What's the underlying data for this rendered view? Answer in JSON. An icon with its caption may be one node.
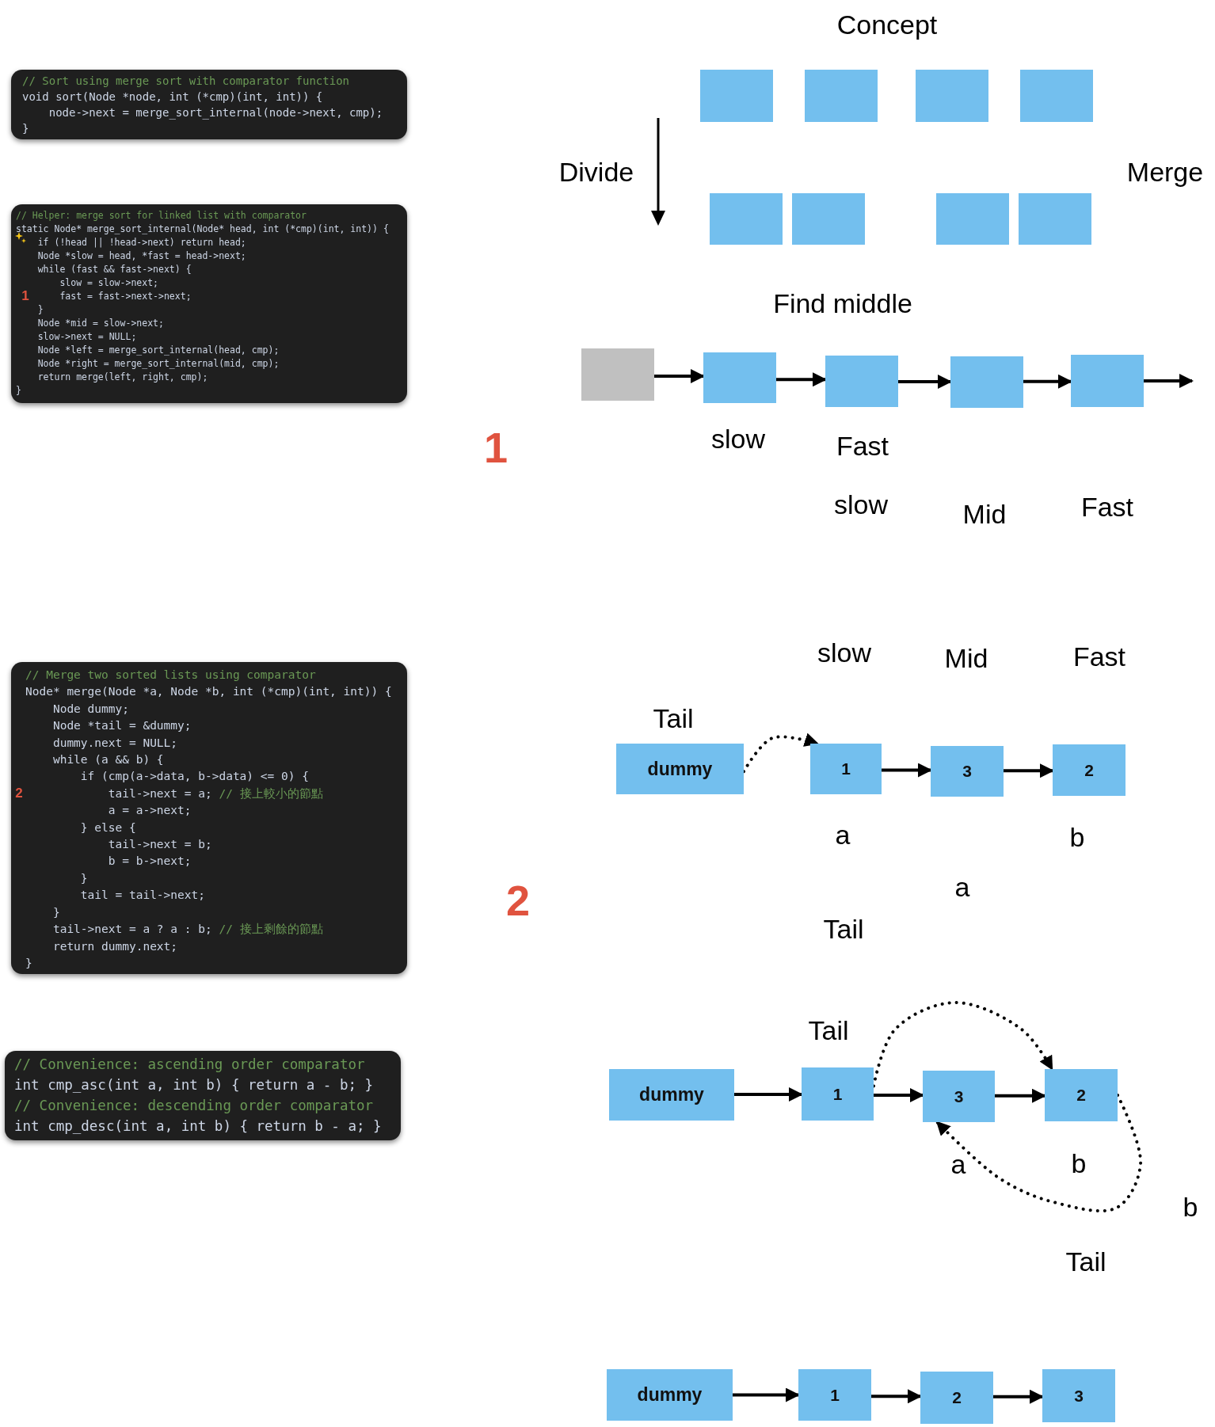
{
  "diagram": {
    "nodes": [
      {
        "text": [
          "// Sort using merge sort with comparator function",
          "void sort(Node *node, int (*cmp)(int, int)) {",
          "    node->next = merge_sort_internal(node->next, cmp);",
          "}"
        ]
      },
      {
        "text": [
          "// Helper: merge sort for linked list with comparator",
          "static Node* merge_sort_internal(Node* head, int (*cmp)(int, int)) {",
          "    if (!head || !head->next) return head;",
          "    Node *slow = head, *fast = head->next;",
          "    while (fast && fast->next) {",
          "        slow = slow->next;",
          "        fast = fast->next->next;",
          "    }",
          "    Node *mid = slow->next;",
          "    slow->next = NULL;",
          "    Node *left = merge_sort_internal(head, cmp);",
          "    Node *right = merge_sort_internal(mid, cmp);",
          "    return merge(left, right, cmp);",
          "}"
        ]
      },
      {
        "text": [
          "// Merge two sorted lists using comparator",
          "Node* merge(Node *a, Node *b, int (*cmp)(int, int)) {",
          "    Node dummy;",
          "    Node *tail = &dummy;",
          "    dummy.next = NULL;",
          "    while (a && b) {",
          "        if (cmp(a->data, b->data) <= 0) {",
          "            tail->next = a; // 接上較小的節點",
          "            a = a->next;",
          "        } else {",
          "            tail->next = b;",
          "            b = b->next;",
          "        }",
          "        tail = tail->next;",
          "    }",
          "    tail->next = a ? a : b; // 接上剩餘的節點",
          "    return dummy.next;",
          "}"
        ]
      },
      {
        "text": [
          "// Convenience: ascending order comparator",
          "int cmp_asc(int a, int b) { return a - b; }",
          "// Convenience: descending order comparator",
          "int cmp_desc(int a, int b) { return b - a; }"
        ]
      },
      {
        "text": [],
        "shape": "box"
      },
      {
        "text": [],
        "shape": "box"
      },
      {
        "text": [],
        "shape": "box"
      },
      {
        "text": [],
        "shape": "box"
      },
      {
        "text": [],
        "shape": "box"
      },
      {
        "text": [],
        "shape": "box"
      },
      {
        "text": [],
        "shape": "box"
      },
      {
        "text": [],
        "shape": "box"
      },
      {
        "text": [],
        "shape": "box"
      },
      {
        "text": [],
        "shape": "box"
      },
      {
        "text": [],
        "shape": "box"
      },
      {
        "text": [],
        "shape": "box"
      },
      {
        "text": [],
        "shape": "box"
      },
      {
        "text": [
          "dummy"
        ]
      },
      {
        "text": [
          "1"
        ]
      },
      {
        "text": [
          "3"
        ]
      },
      {
        "text": [
          "2"
        ]
      },
      {
        "text": [
          "dummy"
        ]
      },
      {
        "text": [
          "1"
        ]
      },
      {
        "text": [
          "3"
        ]
      },
      {
        "text": [
          "2"
        ]
      },
      {
        "text": [
          "dummy"
        ]
      },
      {
        "text": [
          "1"
        ]
      },
      {
        "text": [
          "2"
        ]
      },
      {
        "text": [
          "3"
        ]
      }
    ],
    "edges": [
      {
        "from": 12,
        "to": 13,
        "arrow": "to"
      },
      {
        "from": 13,
        "to": 14,
        "arrow": "to"
      },
      {
        "from": 14,
        "to": 15,
        "arrow": "to"
      },
      {
        "from": 15,
        "to": 16,
        "arrow": "to"
      },
      {
        "from": 16,
        "to": null,
        "arrow": "to"
      },
      {
        "from": 17,
        "to": 18,
        "arrow": "to",
        "style": "dashed"
      },
      {
        "from": 18,
        "to": 19,
        "arrow": "to"
      },
      {
        "from": 19,
        "to": 20,
        "arrow": "to"
      },
      {
        "from": 21,
        "to": 22,
        "arrow": "to"
      },
      {
        "from": 22,
        "to": 23,
        "arrow": "to"
      },
      {
        "from": 23,
        "to": 24,
        "arrow": "to"
      },
      {
        "from": 22,
        "to": 24,
        "arrow": "to",
        "style": "dashed"
      },
      {
        "from": 24,
        "to": 23,
        "arrow": "to",
        "style": "dashed"
      },
      {
        "from": 25,
        "to": 26,
        "arrow": "to"
      },
      {
        "from": 26,
        "to": 27,
        "arrow": "to"
      },
      {
        "from": 27,
        "to": 28,
        "arrow": "to"
      }
    ],
    "labels": [
      "Concept",
      "Divide",
      "Merge",
      "Find middle",
      "1",
      "slow",
      "Fast",
      "1",
      "slow",
      "Mid",
      "Fast",
      "slow",
      "Mid",
      "Fast",
      "Tail",
      "2",
      "a",
      "b",
      "2",
      "a",
      "Tail",
      "Tail",
      "a",
      "b",
      "b",
      "Tail"
    ]
  }
}
